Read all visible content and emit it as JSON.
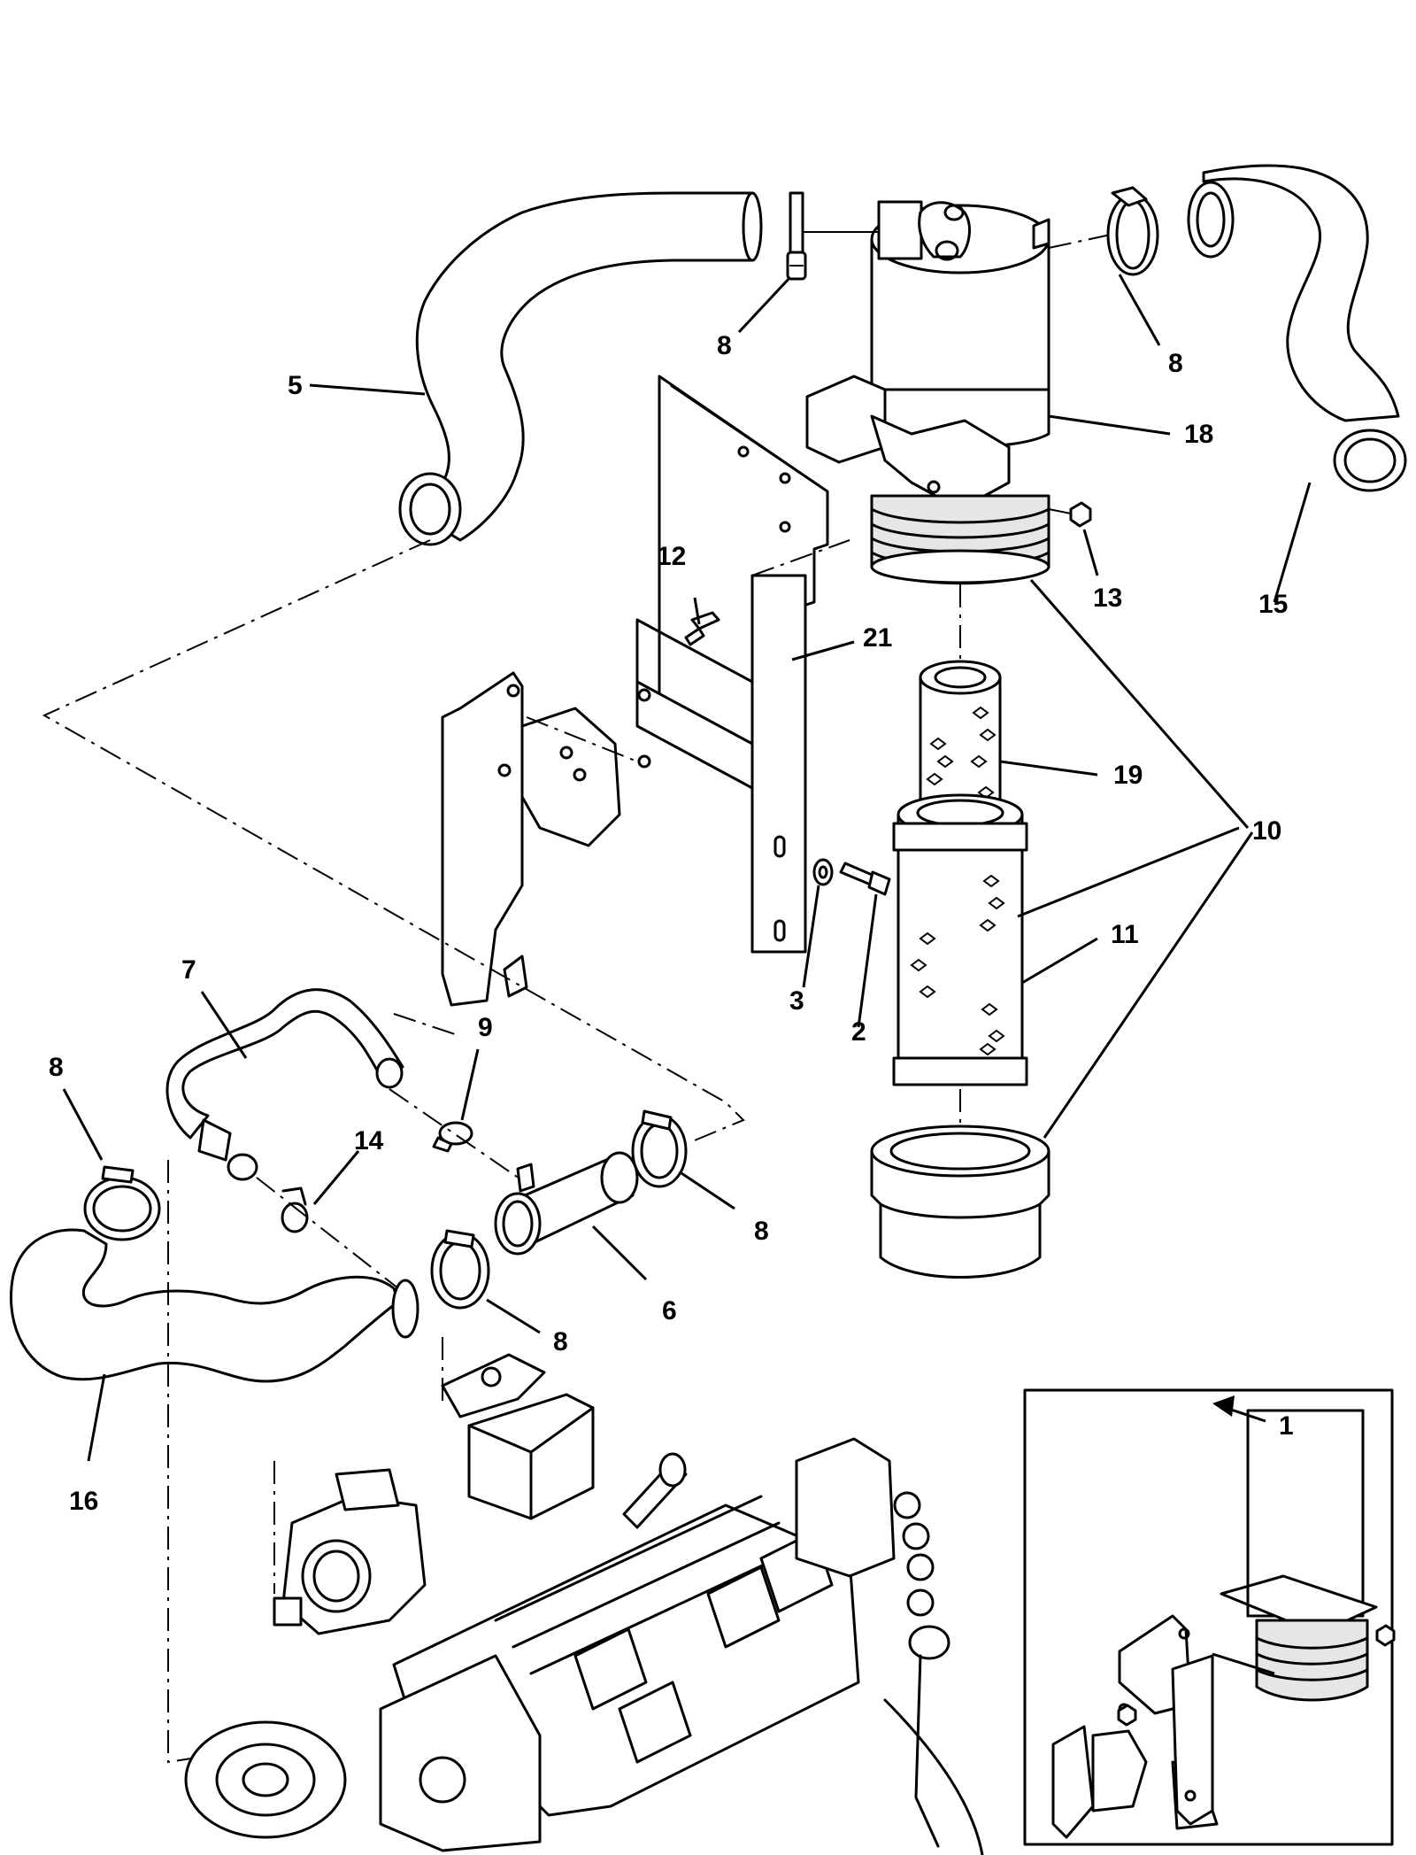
{
  "callouts": {
    "c1": "1",
    "c2": "2",
    "c3": "3",
    "c5": "5",
    "c6": "6",
    "c7": "7",
    "c8": "8",
    "c9": "9",
    "c10": "10",
    "c11": "11",
    "c12": "12",
    "c13": "13",
    "c14": "14",
    "c15": "15",
    "c16": "16",
    "c18": "18",
    "c19": "19",
    "c21": "21"
  },
  "icons": {
    "engine": "engine-assembly",
    "air_cleaner": "air-cleaner-housing",
    "inset": "inset-detail-view"
  }
}
